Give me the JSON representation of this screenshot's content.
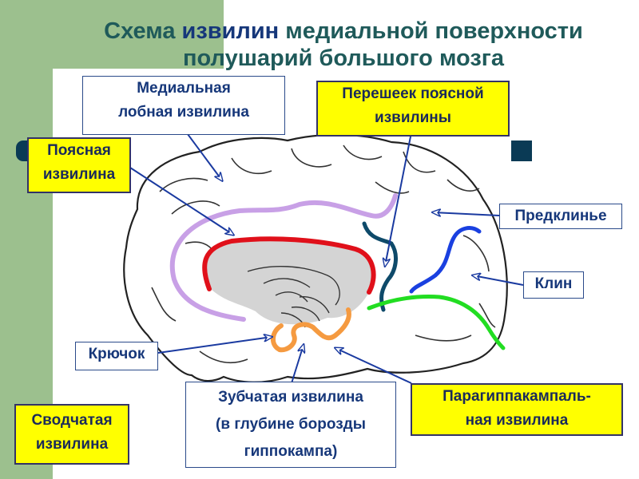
{
  "title": {
    "line1_pre": "Схема ",
    "line1_kw": "извилин",
    "line1_post": " медиальной поверхности",
    "line2": "полушарий большого мозга"
  },
  "labels": {
    "medial_frontal": [
      "Медиальная",
      "лобная извилина"
    ],
    "isthmus": [
      "Перешеек поясной",
      "извилины"
    ],
    "cingulate": [
      "Поясная",
      "извилина"
    ],
    "precuneus": "Предклинье",
    "cuneus": "Клин",
    "uncus": "Крючок",
    "dentate": [
      "Зубчатая извилина",
      "(в глубине борозды",
      "гиппокампа)"
    ],
    "parahippocampal": [
      "Парагиппакампаль-",
      "ная извилина"
    ],
    "fornix": [
      "Сводчатая",
      "извилина"
    ]
  },
  "colors": {
    "cingulate_outline": "#c8a0e6",
    "corpus_callosum": "#e0101a",
    "isthmus_line": "#0e4a6a",
    "precuneus_line": "#1a40e0",
    "parahippocampal_line": "#22dd22",
    "uncus_dentate": "#f59a40",
    "arrow": "#1a3aa0"
  }
}
